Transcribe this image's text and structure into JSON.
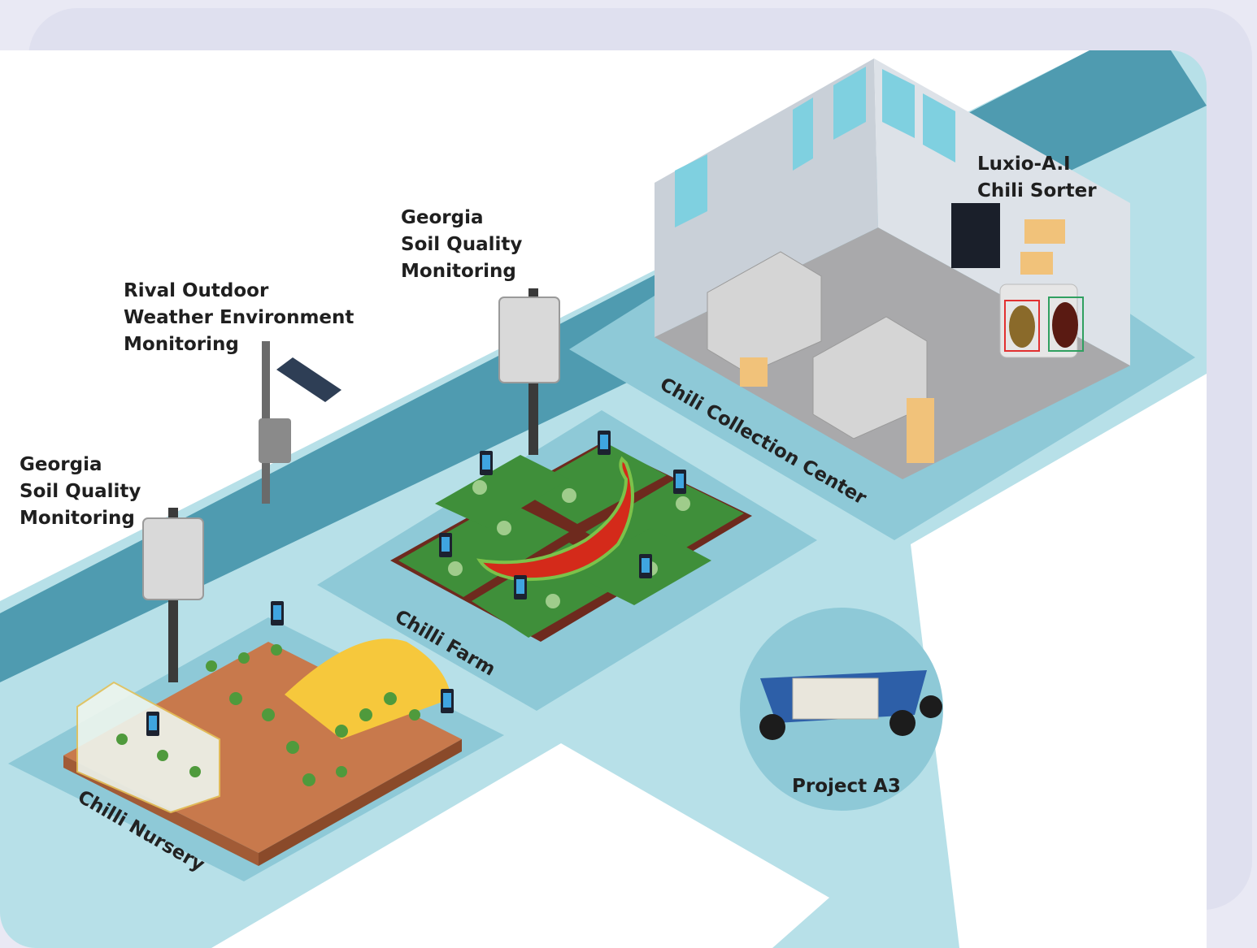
{
  "labels": {
    "soil_left": [
      "Georgia",
      "Soil Quality",
      "Monitoring"
    ],
    "weather": [
      "Rival Outdoor",
      "Weather Environment",
      "Monitoring"
    ],
    "soil_mid": [
      "Georgia",
      "Soil Quality",
      "Monitoring"
    ],
    "sorter": [
      "Luxio-A.I",
      "Chili Sorter"
    ],
    "nursery": "Chilli Nursery",
    "farm": "Chilli Farm",
    "collection": "Chili Collection Center",
    "project": "Project A3"
  },
  "colors": {
    "page_bg": "#e9e9f4",
    "panel_bg": "#b7e0e8",
    "road": "#4f9bb0",
    "zone": "#8ec9d7",
    "chili": "#d42a1a",
    "soil": "#c8794c",
    "plant": "#3f8f3a"
  }
}
